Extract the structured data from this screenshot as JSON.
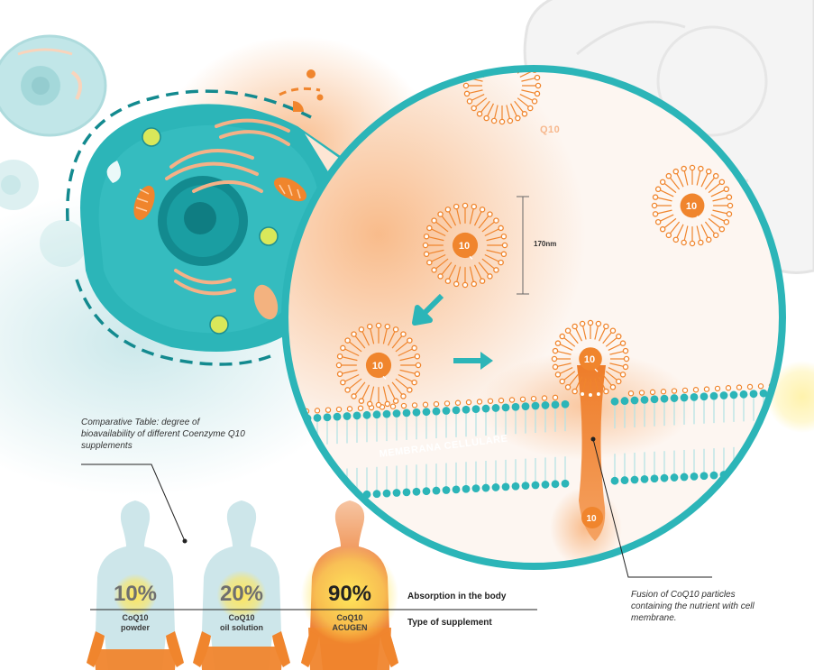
{
  "diagram": {
    "particle_label": "Q10",
    "particle_core_label": "10",
    "size_label": "170nm",
    "membrane_label": "MEMBRANA CELLULARE",
    "caption_table": "Comparative Table: degree of bioavailability of different Coenzyme Q10 supplements",
    "caption_fusion": "Fusion of CoQ10 particles containing the nutrient with cell membrane.",
    "header_absorption": "Absorption in the body",
    "header_type": "Type of supplement"
  },
  "supplements": [
    {
      "percent": "10%",
      "name_line1": "CoQ10",
      "name_line2": "powder",
      "absorption": 0.1
    },
    {
      "percent": "20%",
      "name_line1": "CoQ10",
      "name_line2": "oil solution",
      "absorption": 0.2
    },
    {
      "percent": "90%",
      "name_line1": "CoQ10",
      "name_line2": "ACUGEN",
      "absorption": 0.9
    }
  ],
  "colors": {
    "teal": "#2cb5b8",
    "teal_dark": "#138a8f",
    "orange": "#f0852d",
    "orange_light": "#f9c08c",
    "yellow": "#ffe14d",
    "figure_blue": "#cde6ea"
  }
}
